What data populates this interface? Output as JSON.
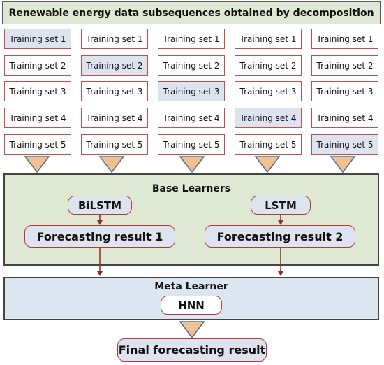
{
  "header": {
    "title": "Renewable energy data subsequences obtained by decomposition"
  },
  "training_grid": {
    "rows": [
      [
        "Training set 1",
        "Training set 1",
        "Training set 1",
        "Training set 1",
        "Training set 1"
      ],
      [
        "Training set 2",
        "Training set 2",
        "Training set 2",
        "Training set 2",
        "Training set 2"
      ],
      [
        "Training set 3",
        "Training set 3",
        "Training set 3",
        "Training set 3",
        "Training set 3"
      ],
      [
        "Training set 4",
        "Training set 4",
        "Training set 4",
        "Training set 4",
        "Training set 4"
      ],
      [
        "Training set 5",
        "Training set 5",
        "Training set 5",
        "Training set 5",
        "Training set 5"
      ]
    ]
  },
  "base_learners": {
    "title": "Base Learners",
    "model_1": "BiLSTM",
    "model_2": "LSTM",
    "result_1": "Forecasting result 1",
    "result_2": "Forecasting result 2"
  },
  "meta_learner": {
    "title": "Meta Learner",
    "model": "HNN"
  },
  "final": {
    "label": "Final forecasting result"
  },
  "colors": {
    "cell_border": "#c0504d",
    "highlight_fill": "#dde4ef",
    "base_panel": "#dfe8d2",
    "meta_panel": "#dce6f1",
    "arrow": "#8b2e1f",
    "triangle_fill": "#f2c18f",
    "triangle_stroke": "#4f6d8f"
  }
}
